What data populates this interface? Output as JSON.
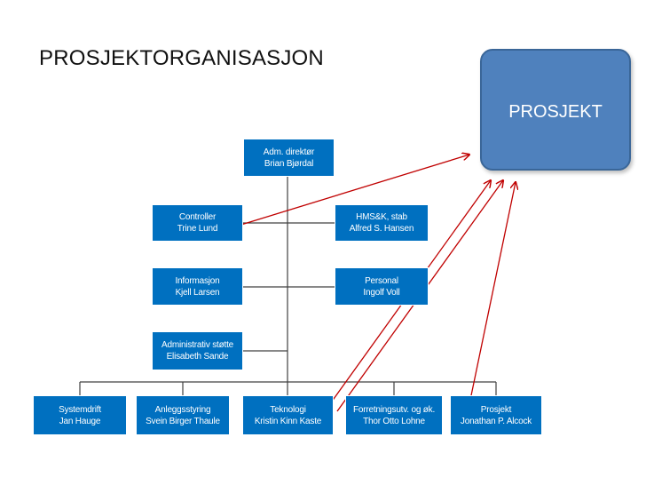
{
  "title": "PROSJEKTORGANISASJON",
  "highlight_box": {
    "label": "PROSJEKT"
  },
  "nodes": {
    "adm": {
      "role": "Adm. direktør",
      "name": "Brian Bjørdal"
    },
    "controller": {
      "role": "Controller",
      "name": "Trine Lund"
    },
    "hms": {
      "role": "HMS&K, stab",
      "name": "Alfred S. Hansen"
    },
    "info": {
      "role": "Informasjon",
      "name": "Kjell  Larsen"
    },
    "personal": {
      "role": "Personal",
      "name": "Ingolf Voll"
    },
    "admstotte": {
      "role": "Administrativ støtte",
      "name": "Elisabeth Sande"
    },
    "system": {
      "role": "Systemdrift",
      "name": "Jan Hauge"
    },
    "anlegg": {
      "role": "Anleggsstyring",
      "name": "Svein Birger Thaule"
    },
    "tekno": {
      "role": "Teknologi",
      "name": "Kristin Kinn Kaste"
    },
    "forret": {
      "role": "Forretningsutv. og øk.",
      "name": "Thor Otto Lohne"
    },
    "prosjekt": {
      "role": "Prosjekt",
      "name": "Jonathan P. Alcock"
    }
  },
  "colors": {
    "node_fill": "#0070c0",
    "highlight_fill": "#4f81bd",
    "connector": "#404040",
    "arrow": "#c00000"
  }
}
